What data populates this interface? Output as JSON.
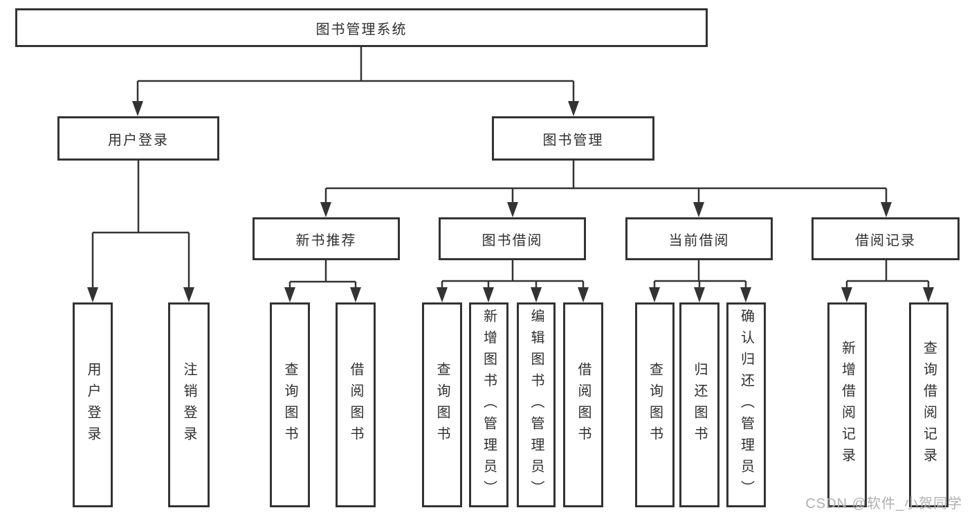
{
  "diagram": {
    "watermark": "CSDN @软件_小贺同学",
    "colors": {
      "line": "#333333",
      "box_border": "#333333",
      "text": "#2f2f2f",
      "watermark_text": "#b0b0b0",
      "background": "#ffffff"
    },
    "tree": {
      "root": {
        "label": "图书管理系统"
      },
      "branches": [
        {
          "label": "用户登录",
          "children": [
            {
              "label": "用户登录"
            },
            {
              "label": "注销登录"
            }
          ]
        },
        {
          "label": "图书管理",
          "children": [
            {
              "label": "新书推荐",
              "children": [
                {
                  "label": "查询图书"
                },
                {
                  "label": "借阅图书"
                }
              ]
            },
            {
              "label": "图书借阅",
              "children": [
                {
                  "label": "查询图书"
                },
                {
                  "label": "新增图书（管理员）"
                },
                {
                  "label": "编辑图书（管理员）"
                },
                {
                  "label": "借阅图书"
                }
              ]
            },
            {
              "label": "当前借阅",
              "children": [
                {
                  "label": "查询图书"
                },
                {
                  "label": "归还图书"
                },
                {
                  "label": "确认归还（管理员）"
                }
              ]
            },
            {
              "label": "借阅记录",
              "children": [
                {
                  "label": "新增借阅记录"
                },
                {
                  "label": "查询借阅记录"
                }
              ]
            }
          ]
        }
      ]
    }
  }
}
